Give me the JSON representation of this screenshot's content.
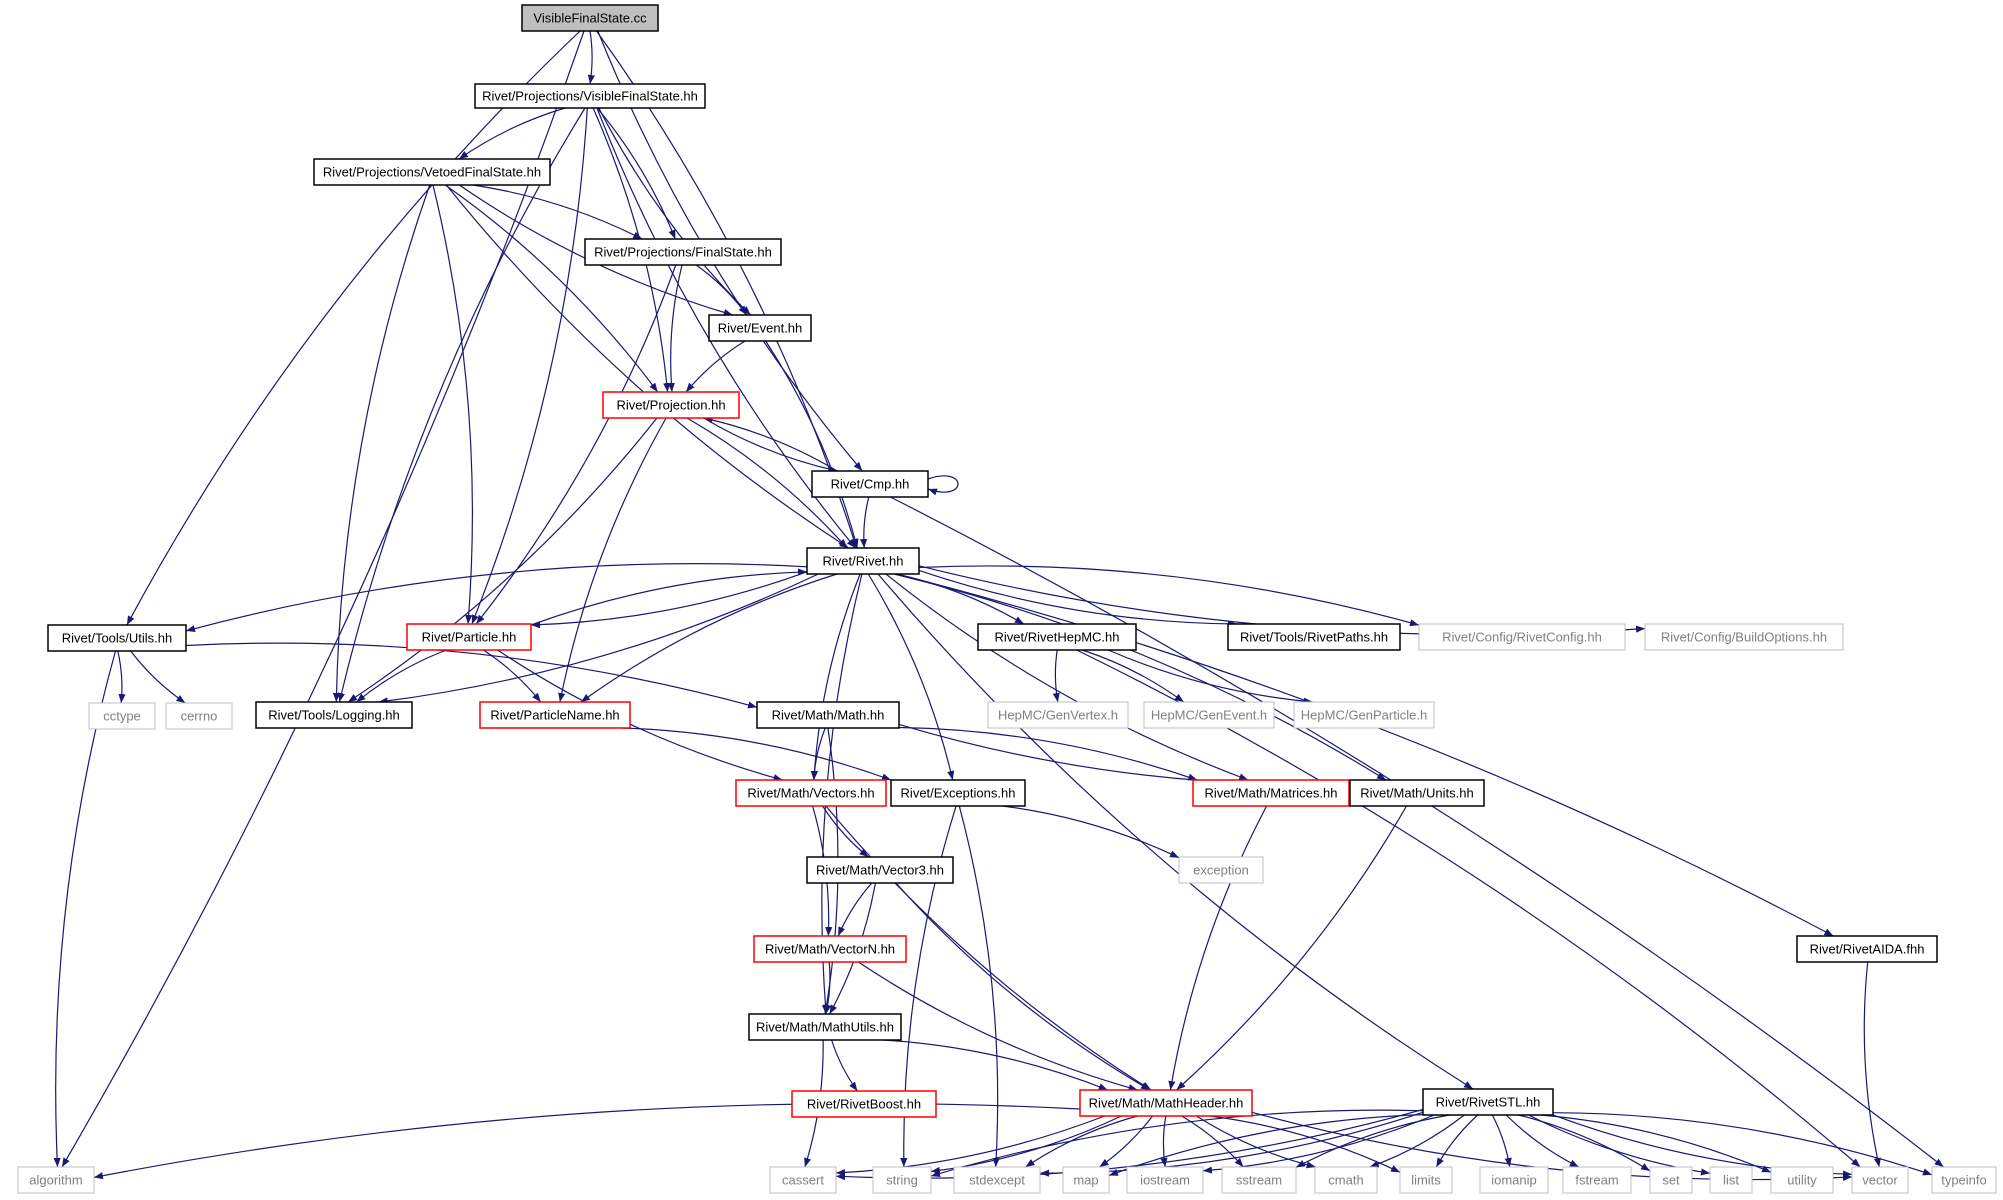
{
  "colors": {
    "edge": "#191970",
    "node_border_normal": "#000000",
    "node_border_truncated": "#ff0000",
    "node_border_external": "#bfbfbf",
    "node_fill_root": "#bfbfbf",
    "node_fill": "#ffffff",
    "text_normal": "#000000",
    "text_external": "#808080"
  },
  "nodes": [
    {
      "id": "vfs_cc",
      "label": "VisibleFinalState.cc",
      "kind": "root"
    },
    {
      "id": "vfs_hh",
      "label": "Rivet/Projections/VisibleFinalState.hh",
      "kind": "normal"
    },
    {
      "id": "vetoed",
      "label": "Rivet/Projections/VetoedFinalState.hh",
      "kind": "normal"
    },
    {
      "id": "finalstate",
      "label": "Rivet/Projections/FinalState.hh",
      "kind": "normal"
    },
    {
      "id": "event",
      "label": "Rivet/Event.hh",
      "kind": "normal"
    },
    {
      "id": "projection",
      "label": "Rivet/Projection.hh",
      "kind": "truncated"
    },
    {
      "id": "cmp",
      "label": "Rivet/Cmp.hh",
      "kind": "normal"
    },
    {
      "id": "rivet",
      "label": "Rivet/Rivet.hh",
      "kind": "normal"
    },
    {
      "id": "utils",
      "label": "Rivet/Tools/Utils.hh",
      "kind": "normal"
    },
    {
      "id": "particle",
      "label": "Rivet/Particle.hh",
      "kind": "truncated"
    },
    {
      "id": "rivethepmc",
      "label": "Rivet/RivetHepMC.hh",
      "kind": "normal"
    },
    {
      "id": "rivetpaths",
      "label": "Rivet/Tools/RivetPaths.hh",
      "kind": "normal"
    },
    {
      "id": "rivetconfig",
      "label": "Rivet/Config/RivetConfig.hh",
      "kind": "external"
    },
    {
      "id": "buildoptions",
      "label": "Rivet/Config/BuildOptions.hh",
      "kind": "external"
    },
    {
      "id": "cctype",
      "label": "cctype",
      "kind": "external"
    },
    {
      "id": "cerrno",
      "label": "cerrno",
      "kind": "external"
    },
    {
      "id": "logging",
      "label": "Rivet/Tools/Logging.hh",
      "kind": "normal"
    },
    {
      "id": "particlename",
      "label": "Rivet/ParticleName.hh",
      "kind": "truncated"
    },
    {
      "id": "math",
      "label": "Rivet/Math/Math.hh",
      "kind": "normal"
    },
    {
      "id": "genvertex",
      "label": "HepMC/GenVertex.h",
      "kind": "external"
    },
    {
      "id": "genevent",
      "label": "HepMC/GenEvent.h",
      "kind": "external"
    },
    {
      "id": "genparticle",
      "label": "HepMC/GenParticle.h",
      "kind": "external"
    },
    {
      "id": "vectors",
      "label": "Rivet/Math/Vectors.hh",
      "kind": "truncated"
    },
    {
      "id": "exceptions",
      "label": "Rivet/Exceptions.hh",
      "kind": "normal"
    },
    {
      "id": "matrices",
      "label": "Rivet/Math/Matrices.hh",
      "kind": "truncated"
    },
    {
      "id": "units",
      "label": "Rivet/Math/Units.hh",
      "kind": "normal"
    },
    {
      "id": "exception",
      "label": "exception",
      "kind": "external"
    },
    {
      "id": "vector3",
      "label": "Rivet/Math/Vector3.hh",
      "kind": "normal"
    },
    {
      "id": "vectorn",
      "label": "Rivet/Math/VectorN.hh",
      "kind": "truncated"
    },
    {
      "id": "rivetaida",
      "label": "Rivet/RivetAIDA.fhh",
      "kind": "normal"
    },
    {
      "id": "mathutils",
      "label": "Rivet/Math/MathUtils.hh",
      "kind": "normal"
    },
    {
      "id": "rivetboost",
      "label": "Rivet/RivetBoost.hh",
      "kind": "truncated"
    },
    {
      "id": "mathheader",
      "label": "Rivet/Math/MathHeader.hh",
      "kind": "truncated"
    },
    {
      "id": "rivetstl",
      "label": "Rivet/RivetSTL.hh",
      "kind": "normal"
    },
    {
      "id": "algorithm",
      "label": "algorithm",
      "kind": "external"
    },
    {
      "id": "cassert",
      "label": "cassert",
      "kind": "external"
    },
    {
      "id": "string",
      "label": "string",
      "kind": "external"
    },
    {
      "id": "stdexcept",
      "label": "stdexcept",
      "kind": "external"
    },
    {
      "id": "map",
      "label": "map",
      "kind": "external"
    },
    {
      "id": "iostream",
      "label": "iostream",
      "kind": "external"
    },
    {
      "id": "sstream",
      "label": "sstream",
      "kind": "external"
    },
    {
      "id": "cmath",
      "label": "cmath",
      "kind": "external"
    },
    {
      "id": "limits",
      "label": "limits",
      "kind": "external"
    },
    {
      "id": "iomanip",
      "label": "iomanip",
      "kind": "external"
    },
    {
      "id": "fstream",
      "label": "fstream",
      "kind": "external"
    },
    {
      "id": "set",
      "label": "set",
      "kind": "external"
    },
    {
      "id": "list",
      "label": "list",
      "kind": "external"
    },
    {
      "id": "utility",
      "label": "utility",
      "kind": "external"
    },
    {
      "id": "vector",
      "label": "vector",
      "kind": "external"
    },
    {
      "id": "typeinfo",
      "label": "typeinfo",
      "kind": "external"
    }
  ],
  "edges": [
    [
      "vfs_cc",
      "vfs_hh"
    ],
    [
      "vfs_cc",
      "cmp"
    ],
    [
      "vfs_cc",
      "rivet"
    ],
    [
      "vfs_cc",
      "utils"
    ],
    [
      "vfs_cc",
      "algorithm"
    ],
    [
      "vfs_hh",
      "vetoed"
    ],
    [
      "vfs_hh",
      "finalstate"
    ],
    [
      "vfs_hh",
      "event"
    ],
    [
      "vfs_hh",
      "projection"
    ],
    [
      "vfs_hh",
      "rivet"
    ],
    [
      "vfs_hh",
      "particle"
    ],
    [
      "vfs_hh",
      "logging"
    ],
    [
      "vetoed",
      "finalstate"
    ],
    [
      "vetoed",
      "event"
    ],
    [
      "vetoed",
      "projection"
    ],
    [
      "vetoed",
      "rivet"
    ],
    [
      "vetoed",
      "particle"
    ],
    [
      "vetoed",
      "logging"
    ],
    [
      "finalstate",
      "event"
    ],
    [
      "finalstate",
      "projection"
    ],
    [
      "finalstate",
      "particle"
    ],
    [
      "event",
      "projection"
    ],
    [
      "event",
      "rivet"
    ],
    [
      "projection",
      "cmp"
    ],
    [
      "projection",
      "rivet"
    ],
    [
      "projection",
      "particlename"
    ],
    [
      "projection",
      "logging"
    ],
    [
      "cmp",
      "projection"
    ],
    [
      "cmp",
      "cmp"
    ],
    [
      "cmp",
      "rivet"
    ],
    [
      "cmp",
      "typeinfo"
    ],
    [
      "rivet",
      "utils"
    ],
    [
      "rivet",
      "particle"
    ],
    [
      "rivet",
      "particlename"
    ],
    [
      "rivet",
      "rivethepmc"
    ],
    [
      "rivet",
      "rivetpaths"
    ],
    [
      "rivet",
      "rivetconfig"
    ],
    [
      "rivet",
      "buildoptions"
    ],
    [
      "rivet",
      "logging"
    ],
    [
      "rivet",
      "vectors"
    ],
    [
      "rivet",
      "exceptions"
    ],
    [
      "rivet",
      "matrices"
    ],
    [
      "rivet",
      "units"
    ],
    [
      "rivet",
      "mathutils"
    ],
    [
      "rivet",
      "rivetaida"
    ],
    [
      "rivet",
      "rivetstl"
    ],
    [
      "utils",
      "cctype"
    ],
    [
      "utils",
      "cerrno"
    ],
    [
      "utils",
      "math"
    ],
    [
      "utils",
      "algorithm"
    ],
    [
      "particle",
      "rivet"
    ],
    [
      "particle",
      "logging"
    ],
    [
      "particle",
      "particlename"
    ],
    [
      "particle",
      "vectors"
    ],
    [
      "particlename",
      "exceptions"
    ],
    [
      "rivethepmc",
      "genvertex"
    ],
    [
      "rivethepmc",
      "genevent"
    ],
    [
      "rivethepmc",
      "genparticle"
    ],
    [
      "rivethepmc",
      "vector"
    ],
    [
      "math",
      "vectors"
    ],
    [
      "math",
      "matrices"
    ],
    [
      "math",
      "units"
    ],
    [
      "math",
      "mathutils"
    ],
    [
      "vectors",
      "vector3"
    ],
    [
      "vectors",
      "vectorn"
    ],
    [
      "vectors",
      "mathheader"
    ],
    [
      "exceptions",
      "exception"
    ],
    [
      "exceptions",
      "string"
    ],
    [
      "exceptions",
      "stdexcept"
    ],
    [
      "matrices",
      "mathheader"
    ],
    [
      "units",
      "mathheader"
    ],
    [
      "vector3",
      "vectorn"
    ],
    [
      "vector3",
      "mathutils"
    ],
    [
      "vector3",
      "mathheader"
    ],
    [
      "vectorn",
      "mathutils"
    ],
    [
      "vectorn",
      "mathheader"
    ],
    [
      "mathutils",
      "mathheader"
    ],
    [
      "mathutils",
      "rivetboost"
    ],
    [
      "mathutils",
      "cassert"
    ],
    [
      "mathheader",
      "algorithm"
    ],
    [
      "mathheader",
      "string"
    ],
    [
      "mathheader",
      "stdexcept"
    ],
    [
      "mathheader",
      "map"
    ],
    [
      "mathheader",
      "iostream"
    ],
    [
      "mathheader",
      "sstream"
    ],
    [
      "mathheader",
      "cmath"
    ],
    [
      "mathheader",
      "limits"
    ],
    [
      "mathheader",
      "vector"
    ],
    [
      "mathheader",
      "cassert"
    ],
    [
      "rivetaida",
      "vector"
    ],
    [
      "rivetstl",
      "cassert"
    ],
    [
      "rivetstl",
      "string"
    ],
    [
      "rivetstl",
      "stdexcept"
    ],
    [
      "rivetstl",
      "map"
    ],
    [
      "rivetstl",
      "iostream"
    ],
    [
      "rivetstl",
      "sstream"
    ],
    [
      "rivetstl",
      "cmath"
    ],
    [
      "rivetstl",
      "limits"
    ],
    [
      "rivetstl",
      "iomanip"
    ],
    [
      "rivetstl",
      "fstream"
    ],
    [
      "rivetstl",
      "set"
    ],
    [
      "rivetstl",
      "list"
    ],
    [
      "rivetstl",
      "utility"
    ],
    [
      "rivetstl",
      "vector"
    ],
    [
      "rivetstl",
      "typeinfo"
    ]
  ]
}
